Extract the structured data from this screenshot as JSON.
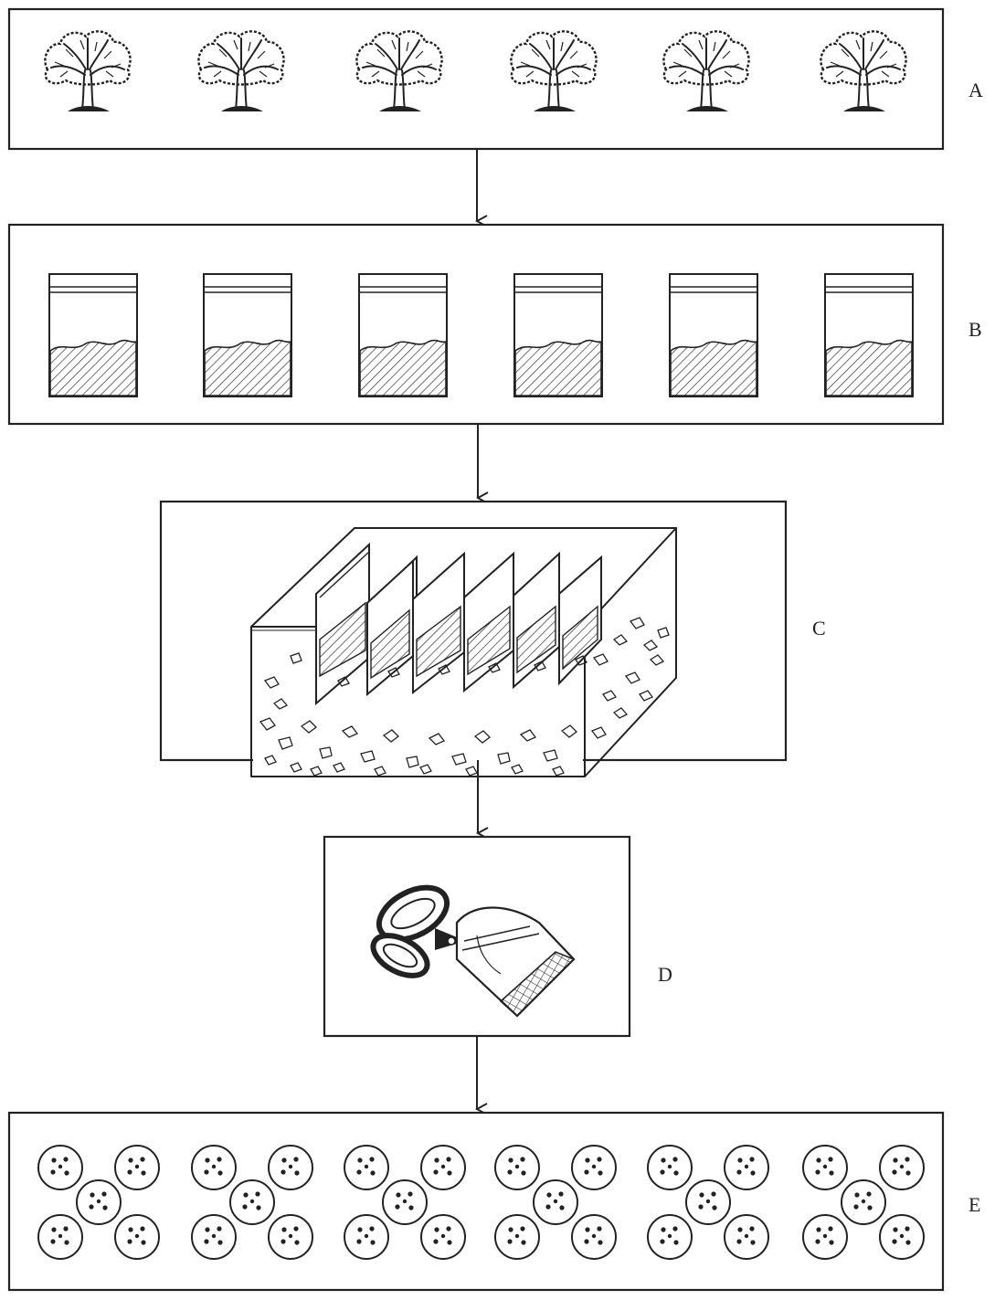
{
  "steps": [
    {
      "label": "A",
      "icon": "shrub-icon"
    },
    {
      "label": "B",
      "icon": "soil-bag-icon"
    },
    {
      "label": "C",
      "icon": "gravel-tray-icon"
    },
    {
      "label": "D",
      "icon": "scissors-bag-icon"
    },
    {
      "label": "E",
      "icon": "spore-dish-icon"
    }
  ],
  "colors": {
    "ink": "#222222",
    "paper": "#ffffff"
  }
}
